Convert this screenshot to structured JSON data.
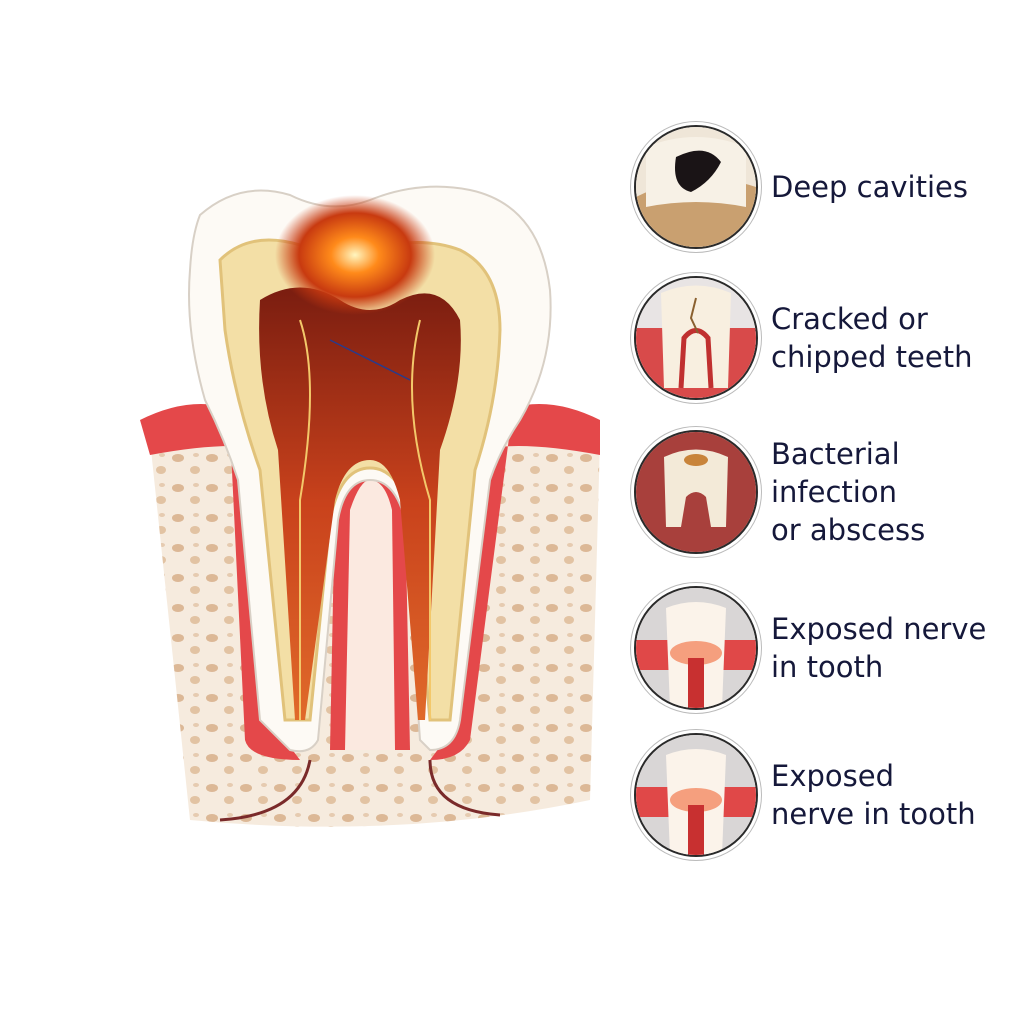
{
  "diagram": {
    "subject": "tooth-cross-section",
    "causes": [
      {
        "icon": "deep-cavity-tooth-icon",
        "lines": [
          "Deep cavities"
        ]
      },
      {
        "icon": "cracked-tooth-icon",
        "lines": [
          "Cracked or",
          "chipped teeth"
        ]
      },
      {
        "icon": "infected-tooth-icon",
        "lines": [
          "Bacterial",
          "infection",
          "or abscess"
        ]
      },
      {
        "icon": "exposed-nerve-tooth-icon",
        "lines": [
          "Exposed nerve",
          "in tooth"
        ]
      },
      {
        "icon": "exposed-nerve-tooth-icon",
        "lines": [
          "Exposed",
          "nerve in tooth"
        ]
      }
    ]
  },
  "colors": {
    "text": "#15183a",
    "gum": "#e0464a",
    "dentin": "#f3dfa6",
    "pulp": "#a8301a",
    "bone": "#f4e6d4"
  }
}
